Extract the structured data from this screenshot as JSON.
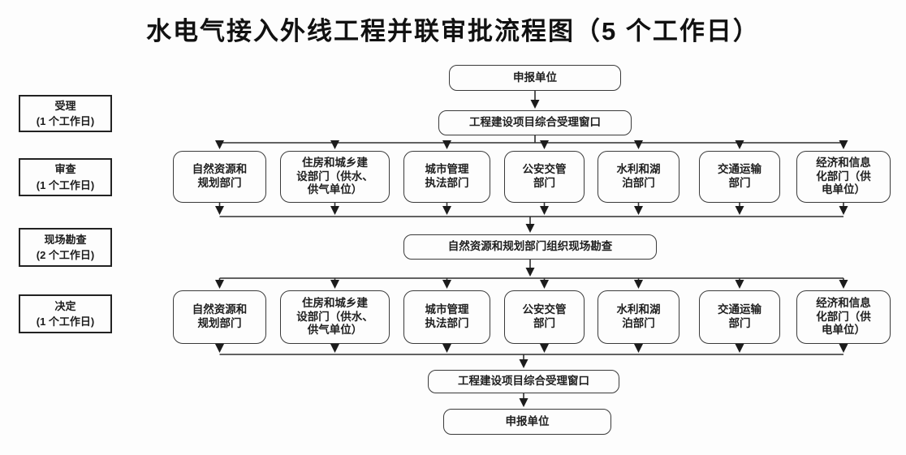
{
  "title": "水电气接入外线工程并联审批流程图（5 个工作日）",
  "stages": [
    "受理\n(1 个工作日)",
    "审查\n(1 个工作日)",
    "现场勘查\n(2 个工作日)",
    "决定\n(1 个工作日)"
  ],
  "nodes": {
    "declare_top": "申报单位",
    "window_top": "工程建设项目综合受理窗口",
    "survey": "自然资源和规划部门组织现场勘查",
    "window_bottom": "工程建设项目综合受理窗口",
    "declare_bottom": "申报单位"
  },
  "departments": [
    "自然资源和\n规划部门",
    "住房和城乡建\n设部门（供水、\n供气单位）",
    "城市管理\n执法部门",
    "公安交管\n部门",
    "水利和湖\n泊部门",
    "交通运输\n部门",
    "经济和信息\n化部门（供\n电单位）"
  ],
  "colors": {
    "line": "#2f2f2f",
    "arrow": "#1c1c1c",
    "box_border": "#3a3a3a",
    "text": "#1c1c1c",
    "background": "#fdfdfd"
  }
}
